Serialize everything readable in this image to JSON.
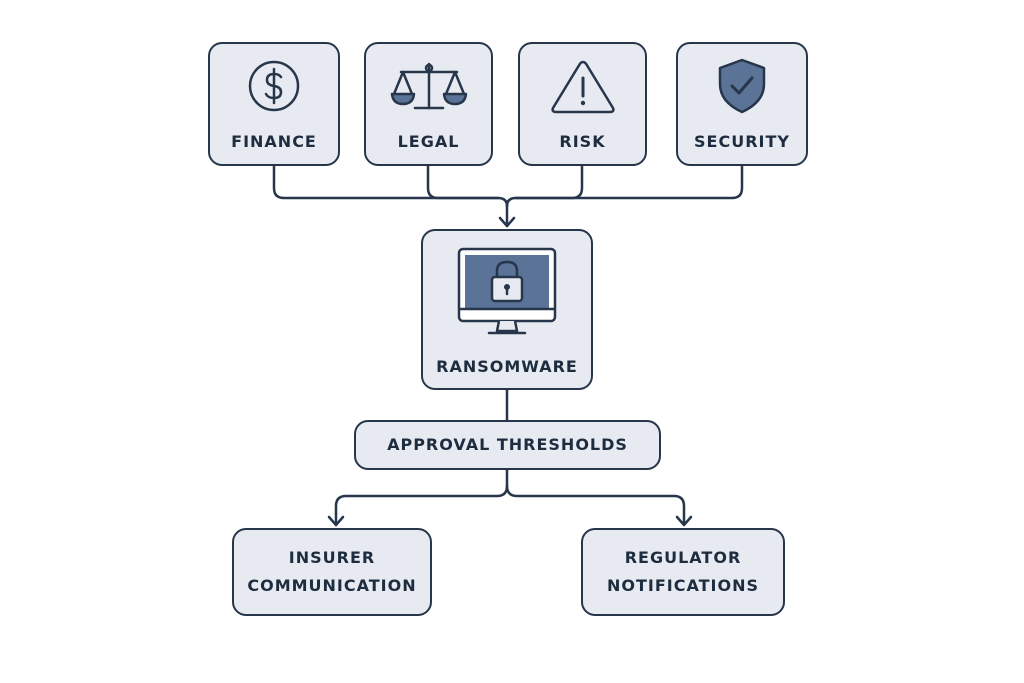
{
  "departments": [
    {
      "label": "FINANCE",
      "icon": "dollar-icon"
    },
    {
      "label": "LEGAL",
      "icon": "scales-icon"
    },
    {
      "label": "RISK",
      "icon": "warning-icon"
    },
    {
      "label": "SECURITY",
      "icon": "shield-check-icon"
    }
  ],
  "center": {
    "label": "RANSOMWARE",
    "icon": "locked-monitor-icon"
  },
  "thresholds": {
    "label": "APPROVAL THRESHOLDS"
  },
  "outputs": [
    {
      "line1": "INSURER",
      "line2": "COMMUNICATION"
    },
    {
      "line1": "REGULATOR",
      "line2": "NOTIFICATIONS"
    }
  ],
  "colors": {
    "stroke": "#27364b",
    "box_fill": "#e7ebf1",
    "icon_fill": "#5a7397",
    "text": "#1e2c40"
  }
}
